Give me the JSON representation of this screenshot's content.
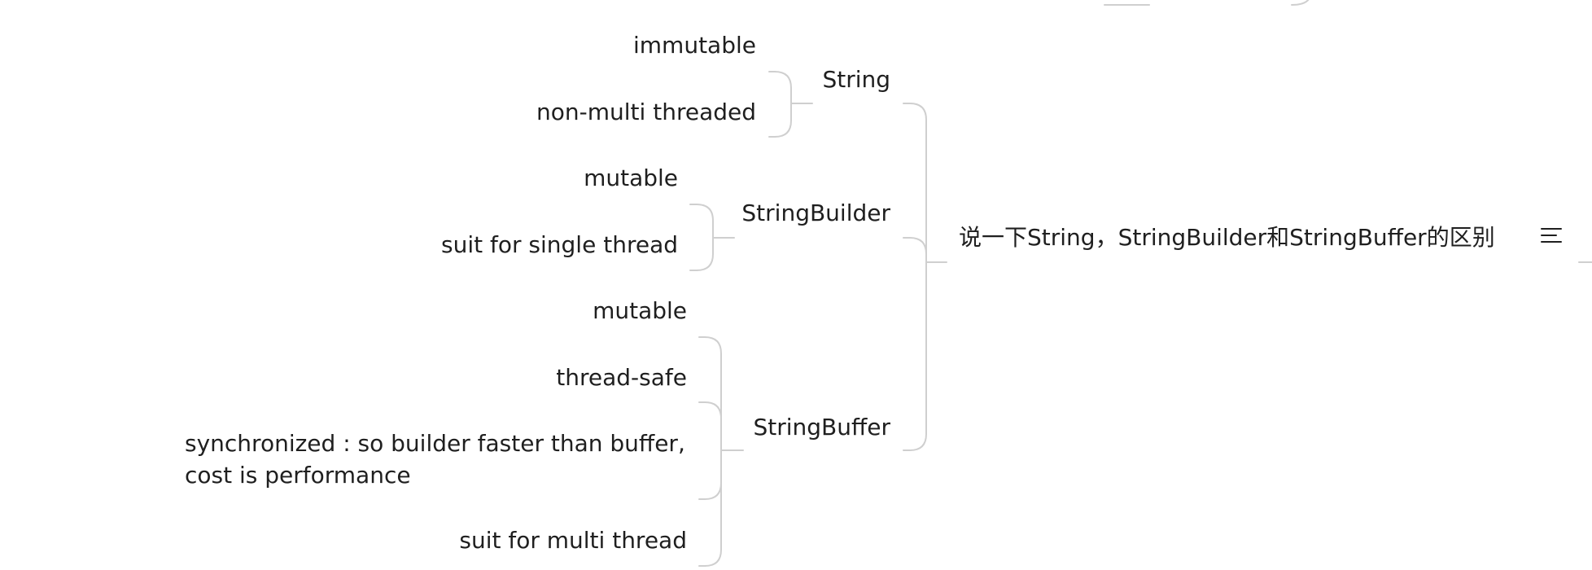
{
  "mindmap": {
    "central": {
      "label": "说一下String，StringBuilder和StringBuffer的区别"
    },
    "menu_icon": "menu-lines-icon",
    "branches": [
      {
        "label": "String",
        "children": [
          "immutable",
          "non-multi threaded"
        ]
      },
      {
        "label": "StringBuilder",
        "children": [
          "mutable",
          "suit for single thread"
        ]
      },
      {
        "label": "StringBuffer",
        "children": [
          "mutable",
          "thread-safe",
          "synchronized : so builder faster than buffer, cost is performance",
          "suit for multi thread"
        ]
      }
    ],
    "colors": {
      "connector": "#cfcfcf",
      "text": "#1f1f1f",
      "background": "#ffffff"
    }
  }
}
